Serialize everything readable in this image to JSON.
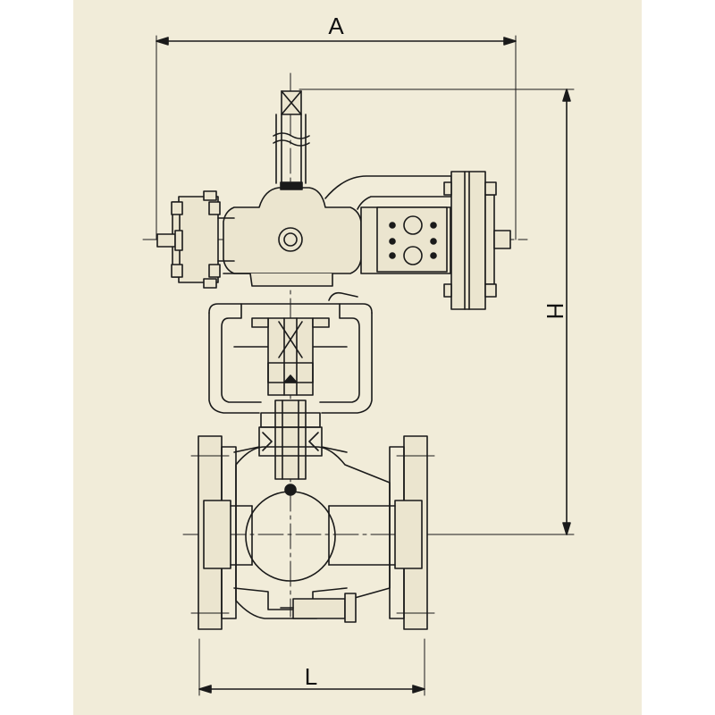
{
  "dimensions": {
    "a_label": "A",
    "h_label": "H",
    "l_label": "L"
  },
  "colors": {
    "background": "#f1ecd9",
    "frame": "#ffffff",
    "line": "#1a1a1a",
    "fill": "#ebe5cf"
  }
}
